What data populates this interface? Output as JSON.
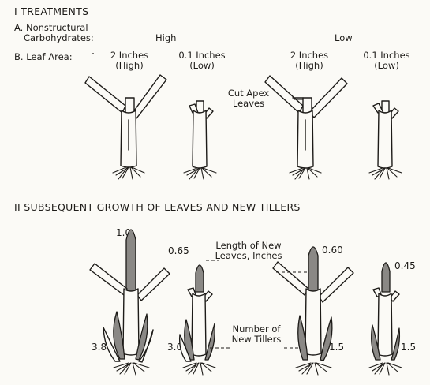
{
  "treatments": {
    "heading": "I TREATMENTS",
    "nsc_label_a": "A. Nonstructural",
    "nsc_label_b": "Carbohydrates:",
    "nsc_high": "High",
    "nsc_low": "Low",
    "leaf_area_label": "B. Leaf Area:",
    "col1_a": "2 Inches",
    "col1_b": "(High)",
    "col2_a": "0.1 Inches",
    "col2_b": "(Low)",
    "col3_a": "2 Inches",
    "col3_b": "(High)",
    "col4_a": "0.1 Inches",
    "col4_b": "(Low)",
    "cut_apex_a": "Cut Apex",
    "cut_apex_b": "Leaves"
  },
  "growth": {
    "heading": "II SUBSEQUENT GROWTH OF LEAVES AND NEW TILLERS",
    "length_label_a": "Length of New",
    "length_label_b": "Leaves, Inches",
    "tillers_label_a": "Number of",
    "tillers_label_b": "New Tillers",
    "leaf_lengths": [
      "1.0",
      "0.65",
      "0.60",
      "0.45"
    ],
    "tillers": [
      "3.8",
      "3.0",
      "1.5",
      "1.5"
    ]
  },
  "colors": {
    "ink": "#1d1b18",
    "new_leaf_shade": "#8a8885",
    "paper": "#fbfaf6"
  }
}
